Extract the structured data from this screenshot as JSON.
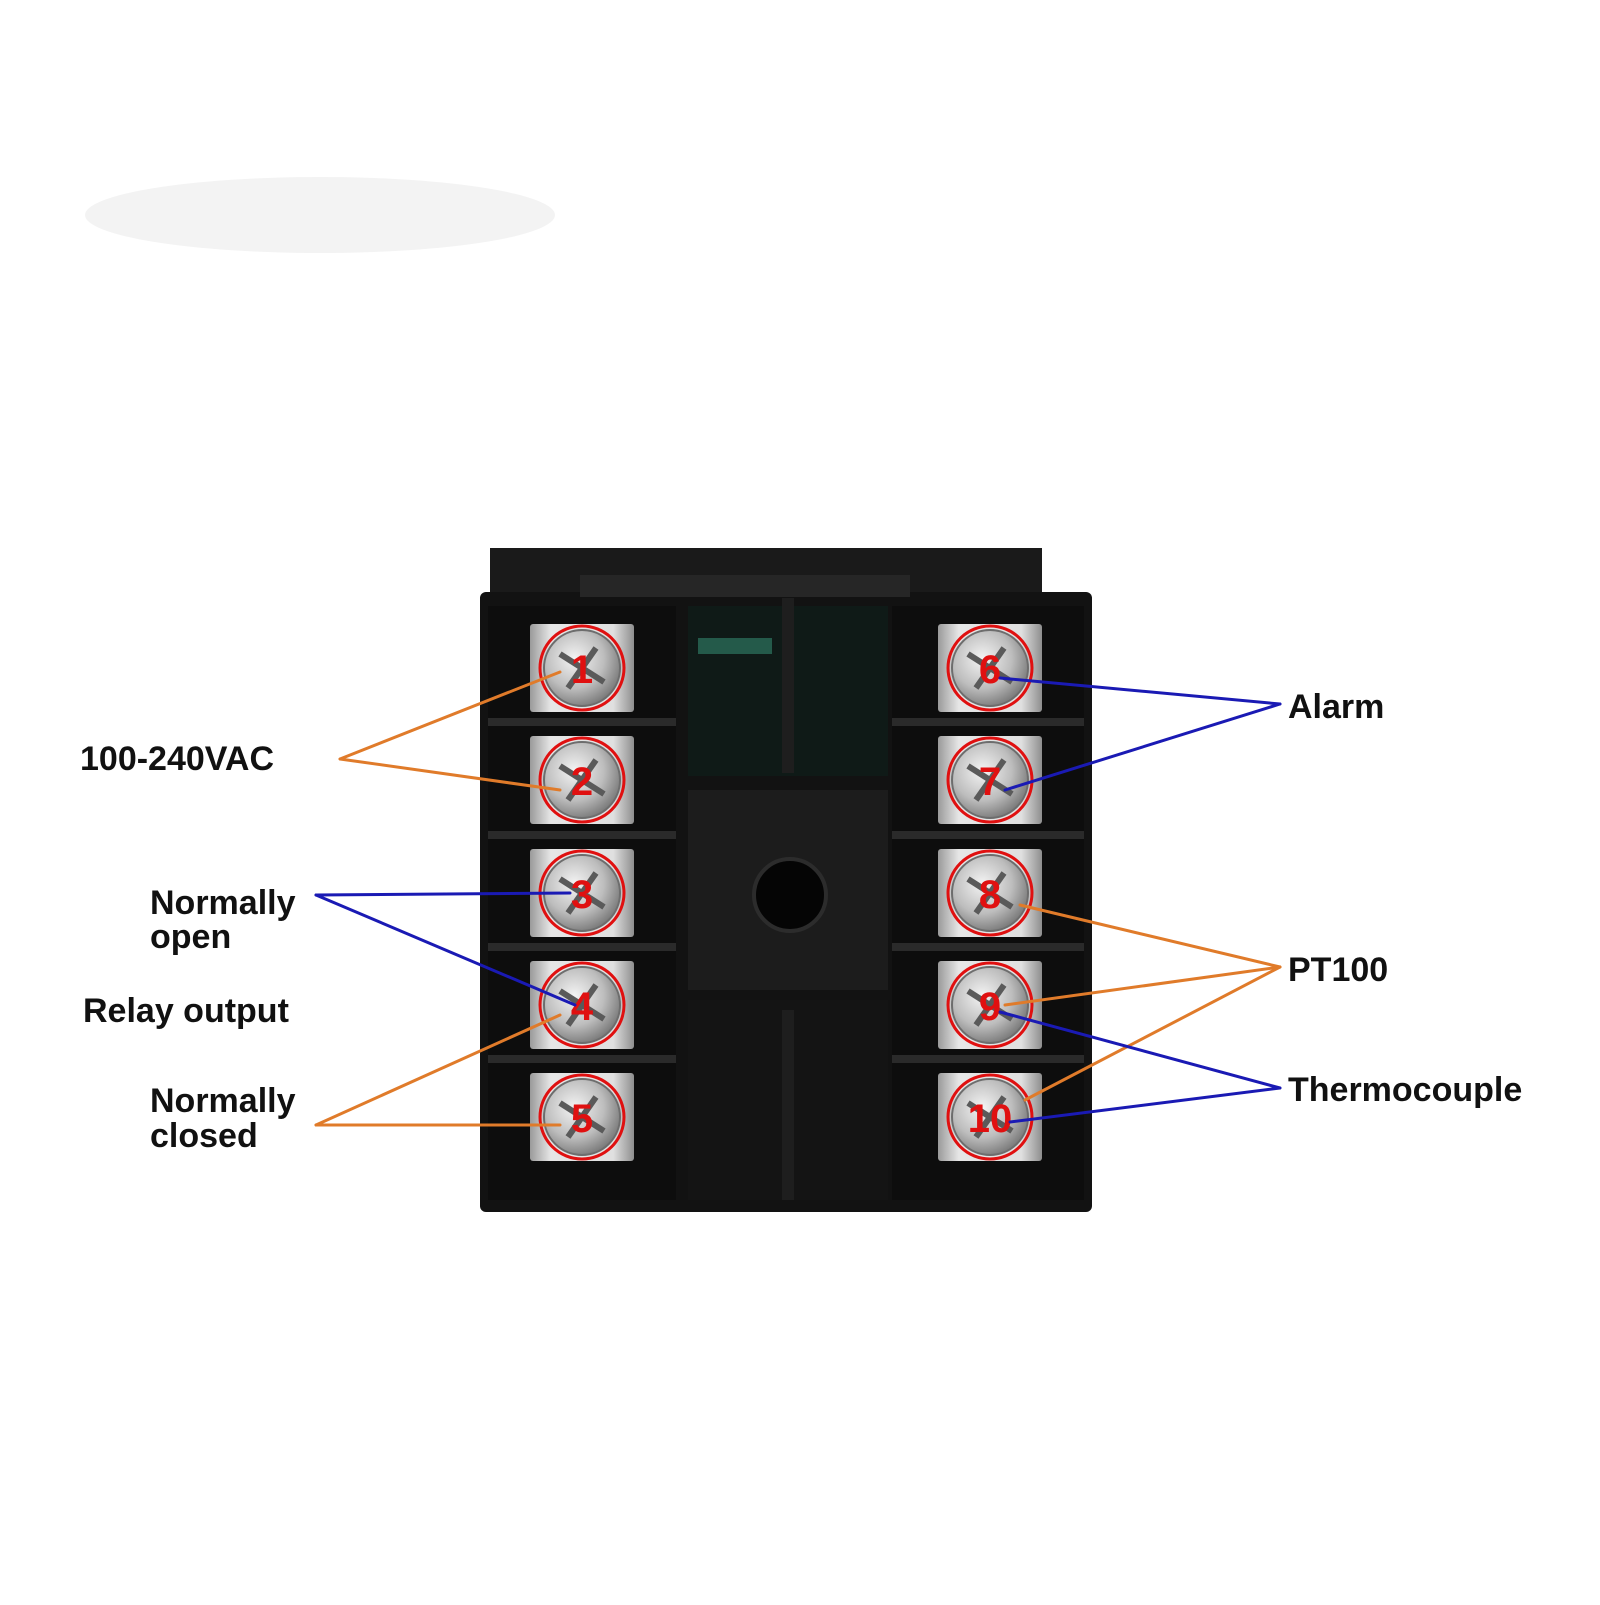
{
  "colors": {
    "background": "#ffffff",
    "housing": "#111111",
    "terminal_metal": "#d9d9d9",
    "screw": "#c8c8c8",
    "terminal_marker": "#e01010",
    "power_leader": "#e07b2a",
    "signal_leader": "#1a1ab4",
    "label_text": "#111111"
  },
  "terminals": {
    "left": [
      "1",
      "2",
      "3",
      "4",
      "5"
    ],
    "right": [
      "6",
      "7",
      "8",
      "9",
      "10"
    ]
  },
  "labels": {
    "power": "100-240VAC",
    "normally_open_line1": "Normally",
    "normally_open_line2": "open",
    "relay_output": "Relay output",
    "normally_closed_line1": "Normally",
    "normally_closed_line2": "closed",
    "alarm": "Alarm",
    "pt100": "PT100",
    "thermocouple": "Thermocouple"
  }
}
